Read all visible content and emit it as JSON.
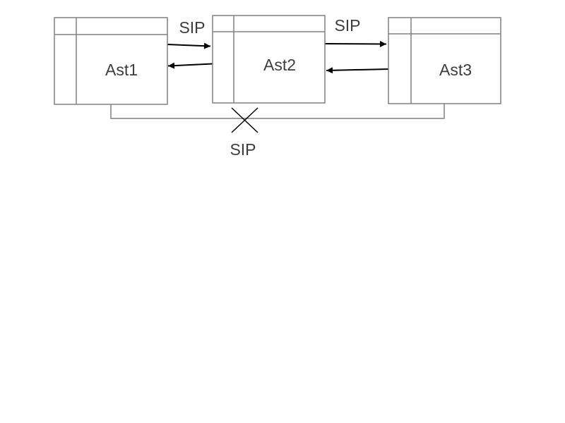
{
  "diagram": {
    "type": "network-topology",
    "nodes": [
      {
        "id": "ast1",
        "label": "Ast1",
        "shape": "server-box"
      },
      {
        "id": "ast2",
        "label": "Ast2",
        "shape": "server-box"
      },
      {
        "id": "ast3",
        "label": "Ast3",
        "shape": "server-box"
      }
    ],
    "links": [
      {
        "from": "Ast1",
        "to": "Ast2",
        "label": "SIP",
        "style": "two-way-arrows"
      },
      {
        "from": "Ast2",
        "to": "Ast3",
        "label": "SIP",
        "style": "two-way-arrows"
      },
      {
        "from": "Ast1",
        "to": "Ast3",
        "label": "SIP",
        "style": "crossed-out-blocked"
      }
    ],
    "colors": {
      "background": "#ffffff",
      "node_border": "#808080",
      "node_fill": "#ffffff",
      "arrow": "#000000",
      "label_text": "#3d3d3d"
    }
  }
}
